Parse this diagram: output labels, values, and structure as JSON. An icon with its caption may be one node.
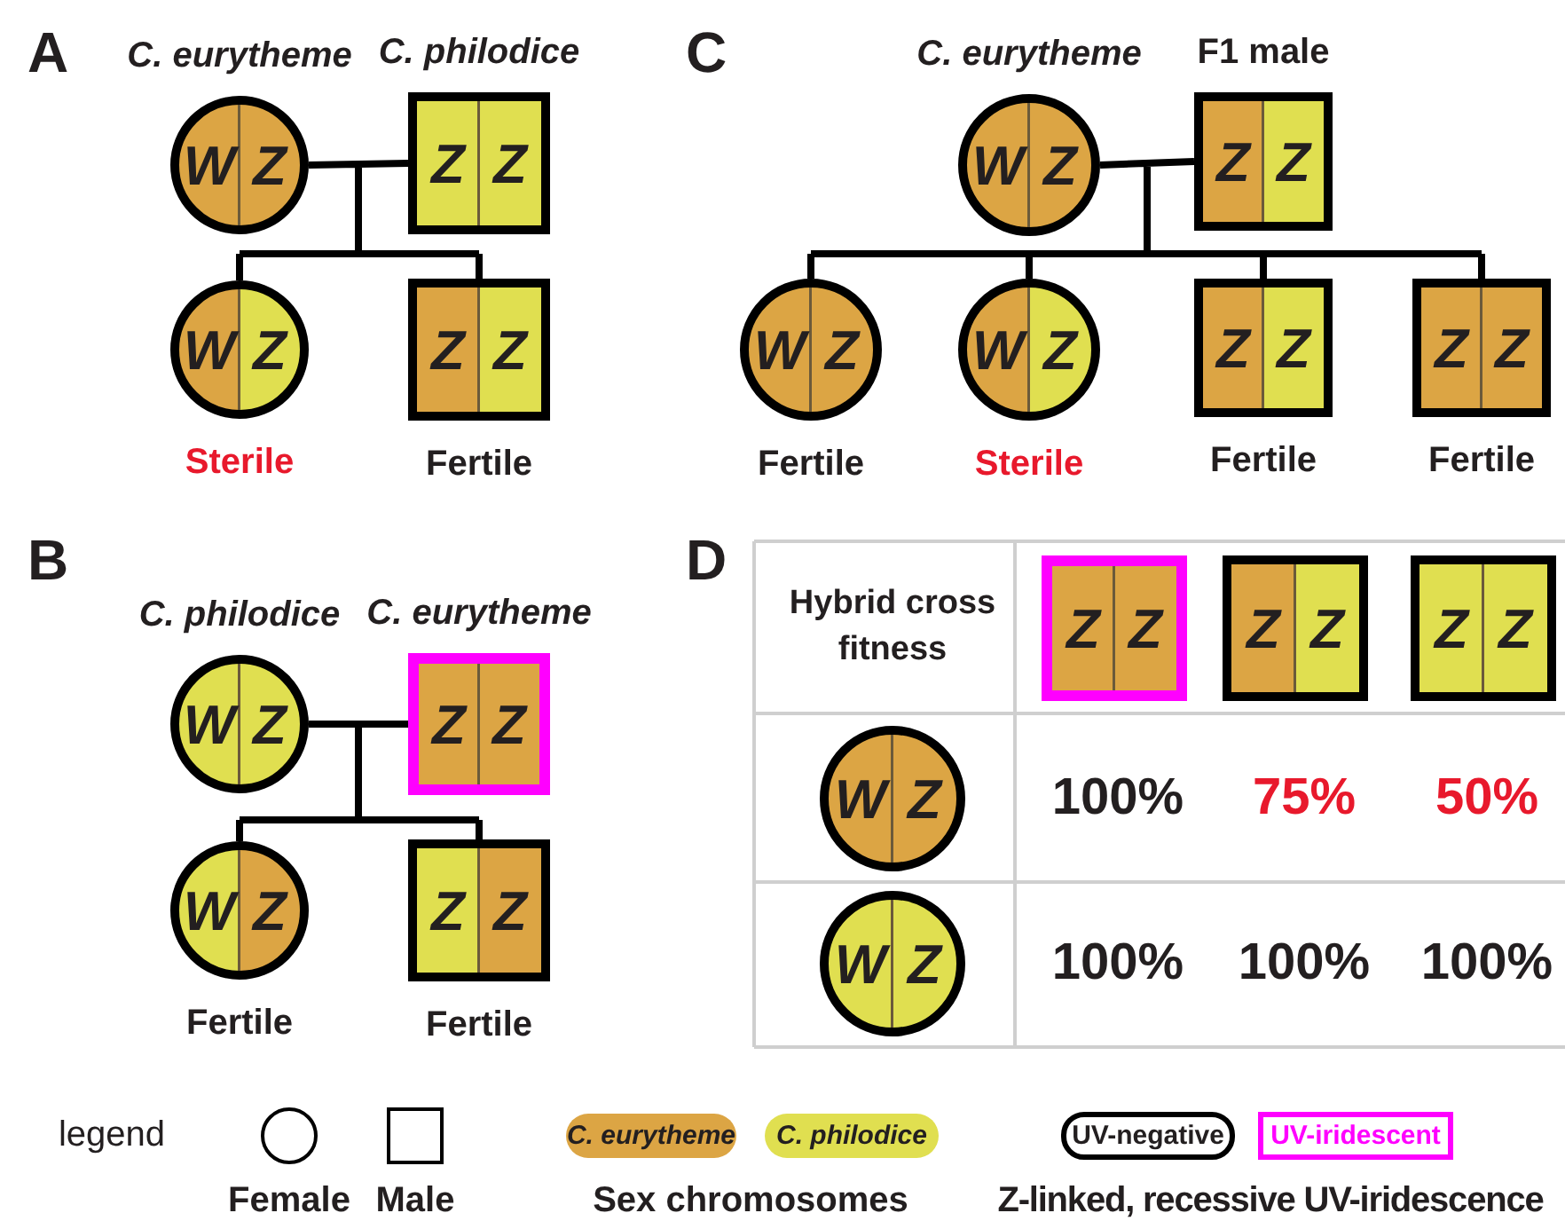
{
  "diagram": {
    "nodes": [
      {
        "text": [
          "W",
          "Z"
        ],
        "beside": [
          "C. eurytheme"
        ]
      },
      {
        "text": [
          "Z",
          "Z"
        ],
        "beside": [
          "C. philodice"
        ]
      },
      {
        "text": [
          "W",
          "Z"
        ],
        "beside": [
          "Sterile"
        ]
      },
      {
        "text": [
          "Z",
          "Z"
        ],
        "beside": [
          "Fertile"
        ]
      },
      {
        "text": [
          "W",
          "Z"
        ],
        "beside": [
          "C. eurytheme"
        ]
      },
      {
        "text": [
          "Z",
          "Z"
        ],
        "beside": [
          "F1 male"
        ]
      },
      {
        "text": [
          "W",
          "Z"
        ],
        "beside": [
          "Fertile"
        ]
      },
      {
        "text": [
          "W",
          "Z"
        ],
        "beside": [
          "Sterile"
        ]
      },
      {
        "text": [
          "Z",
          "Z"
        ],
        "beside": [
          "Fertile"
        ]
      },
      {
        "text": [
          "Z",
          "Z"
        ],
        "beside": [
          "Fertile"
        ]
      },
      {
        "text": [
          "W",
          "Z"
        ],
        "beside": [
          "C. philodice"
        ]
      },
      {
        "text": [
          "Z",
          "Z"
        ],
        "beside": [
          "C. eurytheme"
        ]
      },
      {
        "text": [
          "W",
          "Z"
        ],
        "beside": [
          "Fertile"
        ]
      },
      {
        "text": [
          "Z",
          "Z"
        ],
        "beside": [
          "Fertile"
        ]
      },
      {
        "text": [
          "Z",
          "Z"
        ]
      },
      {
        "text": [
          "Z",
          "Z"
        ]
      },
      {
        "text": [
          "Z",
          "Z"
        ]
      },
      {
        "text": [
          "W",
          "Z"
        ]
      },
      {
        "text": [
          "W",
          "Z"
        ]
      }
    ],
    "edges": [
      {
        "from": 0,
        "to": 1,
        "arrow": "none"
      },
      {
        "from": 0,
        "to": 2,
        "arrow": "none"
      },
      {
        "from": 1,
        "to": 2,
        "arrow": "none"
      },
      {
        "from": 0,
        "to": 3,
        "arrow": "none"
      },
      {
        "from": 1,
        "to": 3,
        "arrow": "none"
      },
      {
        "from": 4,
        "to": 5,
        "arrow": "none"
      },
      {
        "from": 4,
        "to": 6,
        "arrow": "none"
      },
      {
        "from": 5,
        "to": 6,
        "arrow": "none"
      },
      {
        "from": 4,
        "to": 7,
        "arrow": "none"
      },
      {
        "from": 5,
        "to": 7,
        "arrow": "none"
      },
      {
        "from": 4,
        "to": 8,
        "arrow": "none"
      },
      {
        "from": 5,
        "to": 8,
        "arrow": "none"
      },
      {
        "from": 4,
        "to": 9,
        "arrow": "none"
      },
      {
        "from": 5,
        "to": 9,
        "arrow": "none"
      },
      {
        "from": 10,
        "to": 11,
        "arrow": "none"
      },
      {
        "from": 10,
        "to": 12,
        "arrow": "none"
      },
      {
        "from": 11,
        "to": 12,
        "arrow": "none"
      },
      {
        "from": 10,
        "to": 13,
        "arrow": "none"
      },
      {
        "from": 11,
        "to": 13,
        "arrow": "none"
      }
    ],
    "labels": [
      "A",
      "C",
      "B",
      "D",
      "Hybrid cross fitness",
      "100%",
      "75%",
      "50%",
      "100%",
      "100%",
      "100%",
      "legend",
      "Sex chromosomes",
      "Z-linked, recessive UV-iridescence"
    ],
    "legend": [
      {
        "text": "Female"
      },
      {
        "text": "Male"
      },
      {
        "text": "C. eurytheme",
        "color": "#dca544"
      },
      {
        "text": "C. philodice",
        "color": "#e0df50"
      },
      {
        "text": "UV-negative"
      },
      {
        "text": "UV-iridescent"
      }
    ]
  }
}
